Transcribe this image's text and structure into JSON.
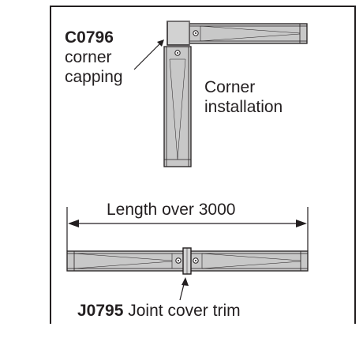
{
  "corner": {
    "code": "C0796",
    "part_line1": "corner",
    "part_line2": "capping",
    "installation_line1": "Corner",
    "installation_line2": "installation"
  },
  "straight": {
    "dimension_label": "Length over 3000",
    "joint_code": "J0795",
    "joint_text": "Joint cover trim"
  },
  "colors": {
    "stroke": "#231f20",
    "trim_fill": "#c8c8c8",
    "cap_fill": "#d2d2d2",
    "background": "#ffffff"
  }
}
